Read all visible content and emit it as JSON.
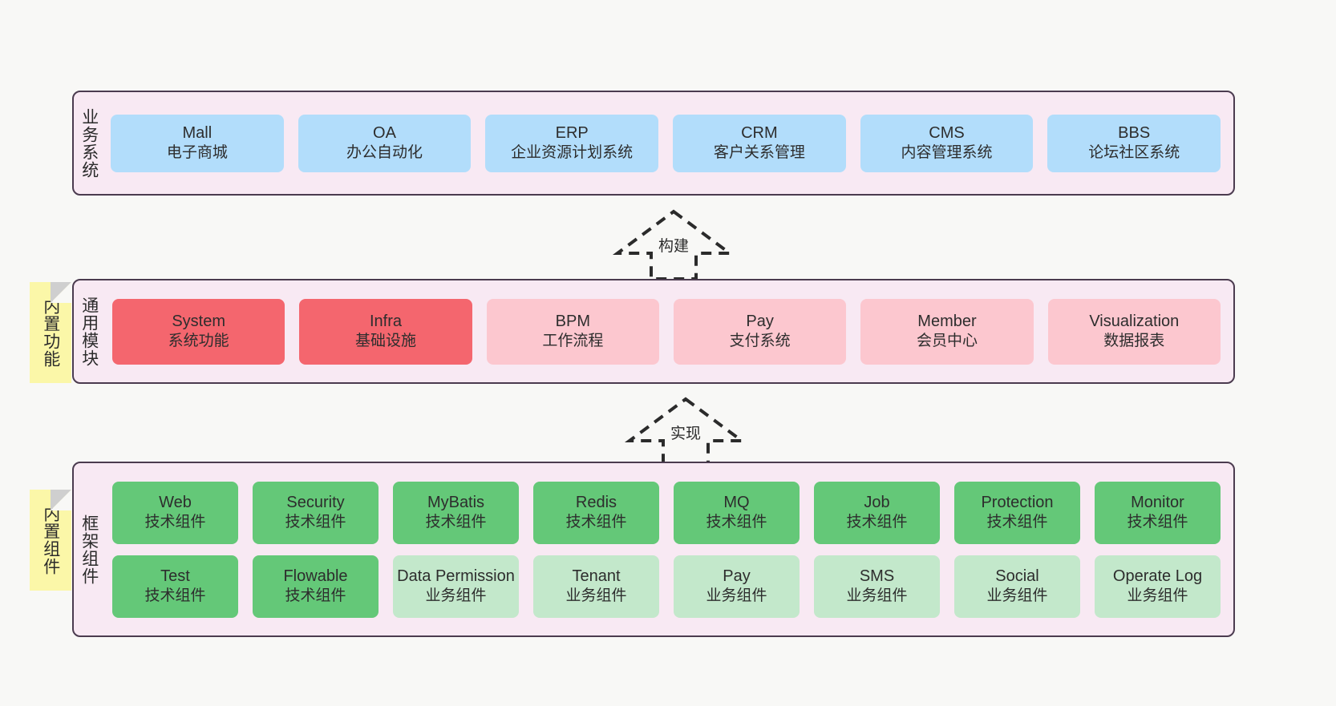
{
  "diagram": {
    "background_color": "#f8f8f6",
    "layer_border_color": "#4b3b4f",
    "layer_bg_color": "#f8e9f3",
    "sticky_color": "#fbf7a8"
  },
  "layers": [
    {
      "id": "business",
      "title": "业务系统",
      "color": "#b2ddfb",
      "rows": [
        [
          {
            "name": "Mall",
            "sub": "电子商城"
          },
          {
            "name": "OA",
            "sub": "办公自动化"
          },
          {
            "name": "ERP",
            "sub": "企业资源计划系统"
          },
          {
            "name": "CRM",
            "sub": "客户关系管理"
          },
          {
            "name": "CMS",
            "sub": "内容管理系统"
          },
          {
            "name": "BBS",
            "sub": "论坛社区系统"
          }
        ]
      ]
    },
    {
      "id": "modules",
      "title": "通用模块",
      "sticky": "内置功能",
      "rows": [
        [
          {
            "name": "System",
            "sub": "系统功能",
            "color": "#f4666e"
          },
          {
            "name": "Infra",
            "sub": "基础设施",
            "color": "#f4666e"
          },
          {
            "name": "BPM",
            "sub": "工作流程",
            "color": "#fcc7cf"
          },
          {
            "name": "Pay",
            "sub": "支付系统",
            "color": "#fcc7cf"
          },
          {
            "name": "Member",
            "sub": "会员中心",
            "color": "#fcc7cf"
          },
          {
            "name": "Visualization",
            "sub": "数据报表",
            "color": "#fcc7cf"
          }
        ]
      ]
    },
    {
      "id": "framework",
      "title": "框架组件",
      "sticky": "内置组件",
      "rows": [
        [
          {
            "name": "Web",
            "sub": "技术组件",
            "color": "#64c878"
          },
          {
            "name": "Security",
            "sub": "技术组件",
            "color": "#64c878"
          },
          {
            "name": "MyBatis",
            "sub": "技术组件",
            "color": "#64c878"
          },
          {
            "name": "Redis",
            "sub": "技术组件",
            "color": "#64c878"
          },
          {
            "name": "MQ",
            "sub": "技术组件",
            "color": "#64c878"
          },
          {
            "name": "Job",
            "sub": "技术组件",
            "color": "#64c878"
          },
          {
            "name": "Protection",
            "sub": "技术组件",
            "color": "#64c878"
          },
          {
            "name": "Monitor",
            "sub": "技术组件",
            "color": "#64c878"
          }
        ],
        [
          {
            "name": "Test",
            "sub": "技术组件",
            "color": "#64c878"
          },
          {
            "name": "Flowable",
            "sub": "技术组件",
            "color": "#64c878"
          },
          {
            "name": "Data Permission",
            "sub": "业务组件",
            "color": "#c3e8cb"
          },
          {
            "name": "Tenant",
            "sub": "业务组件",
            "color": "#c3e8cb"
          },
          {
            "name": "Pay",
            "sub": "业务组件",
            "color": "#c3e8cb"
          },
          {
            "name": "SMS",
            "sub": "业务组件",
            "color": "#c3e8cb"
          },
          {
            "name": "Social",
            "sub": "业务组件",
            "color": "#c3e8cb"
          },
          {
            "name": "Operate Log",
            "sub": "业务组件",
            "color": "#c3e8cb"
          }
        ]
      ]
    }
  ],
  "arrows": [
    {
      "id": "build",
      "label": "构建",
      "icon": "dashed-generalization-arrow-up"
    },
    {
      "id": "realize",
      "label": "实现",
      "icon": "dashed-generalization-arrow-up"
    }
  ]
}
